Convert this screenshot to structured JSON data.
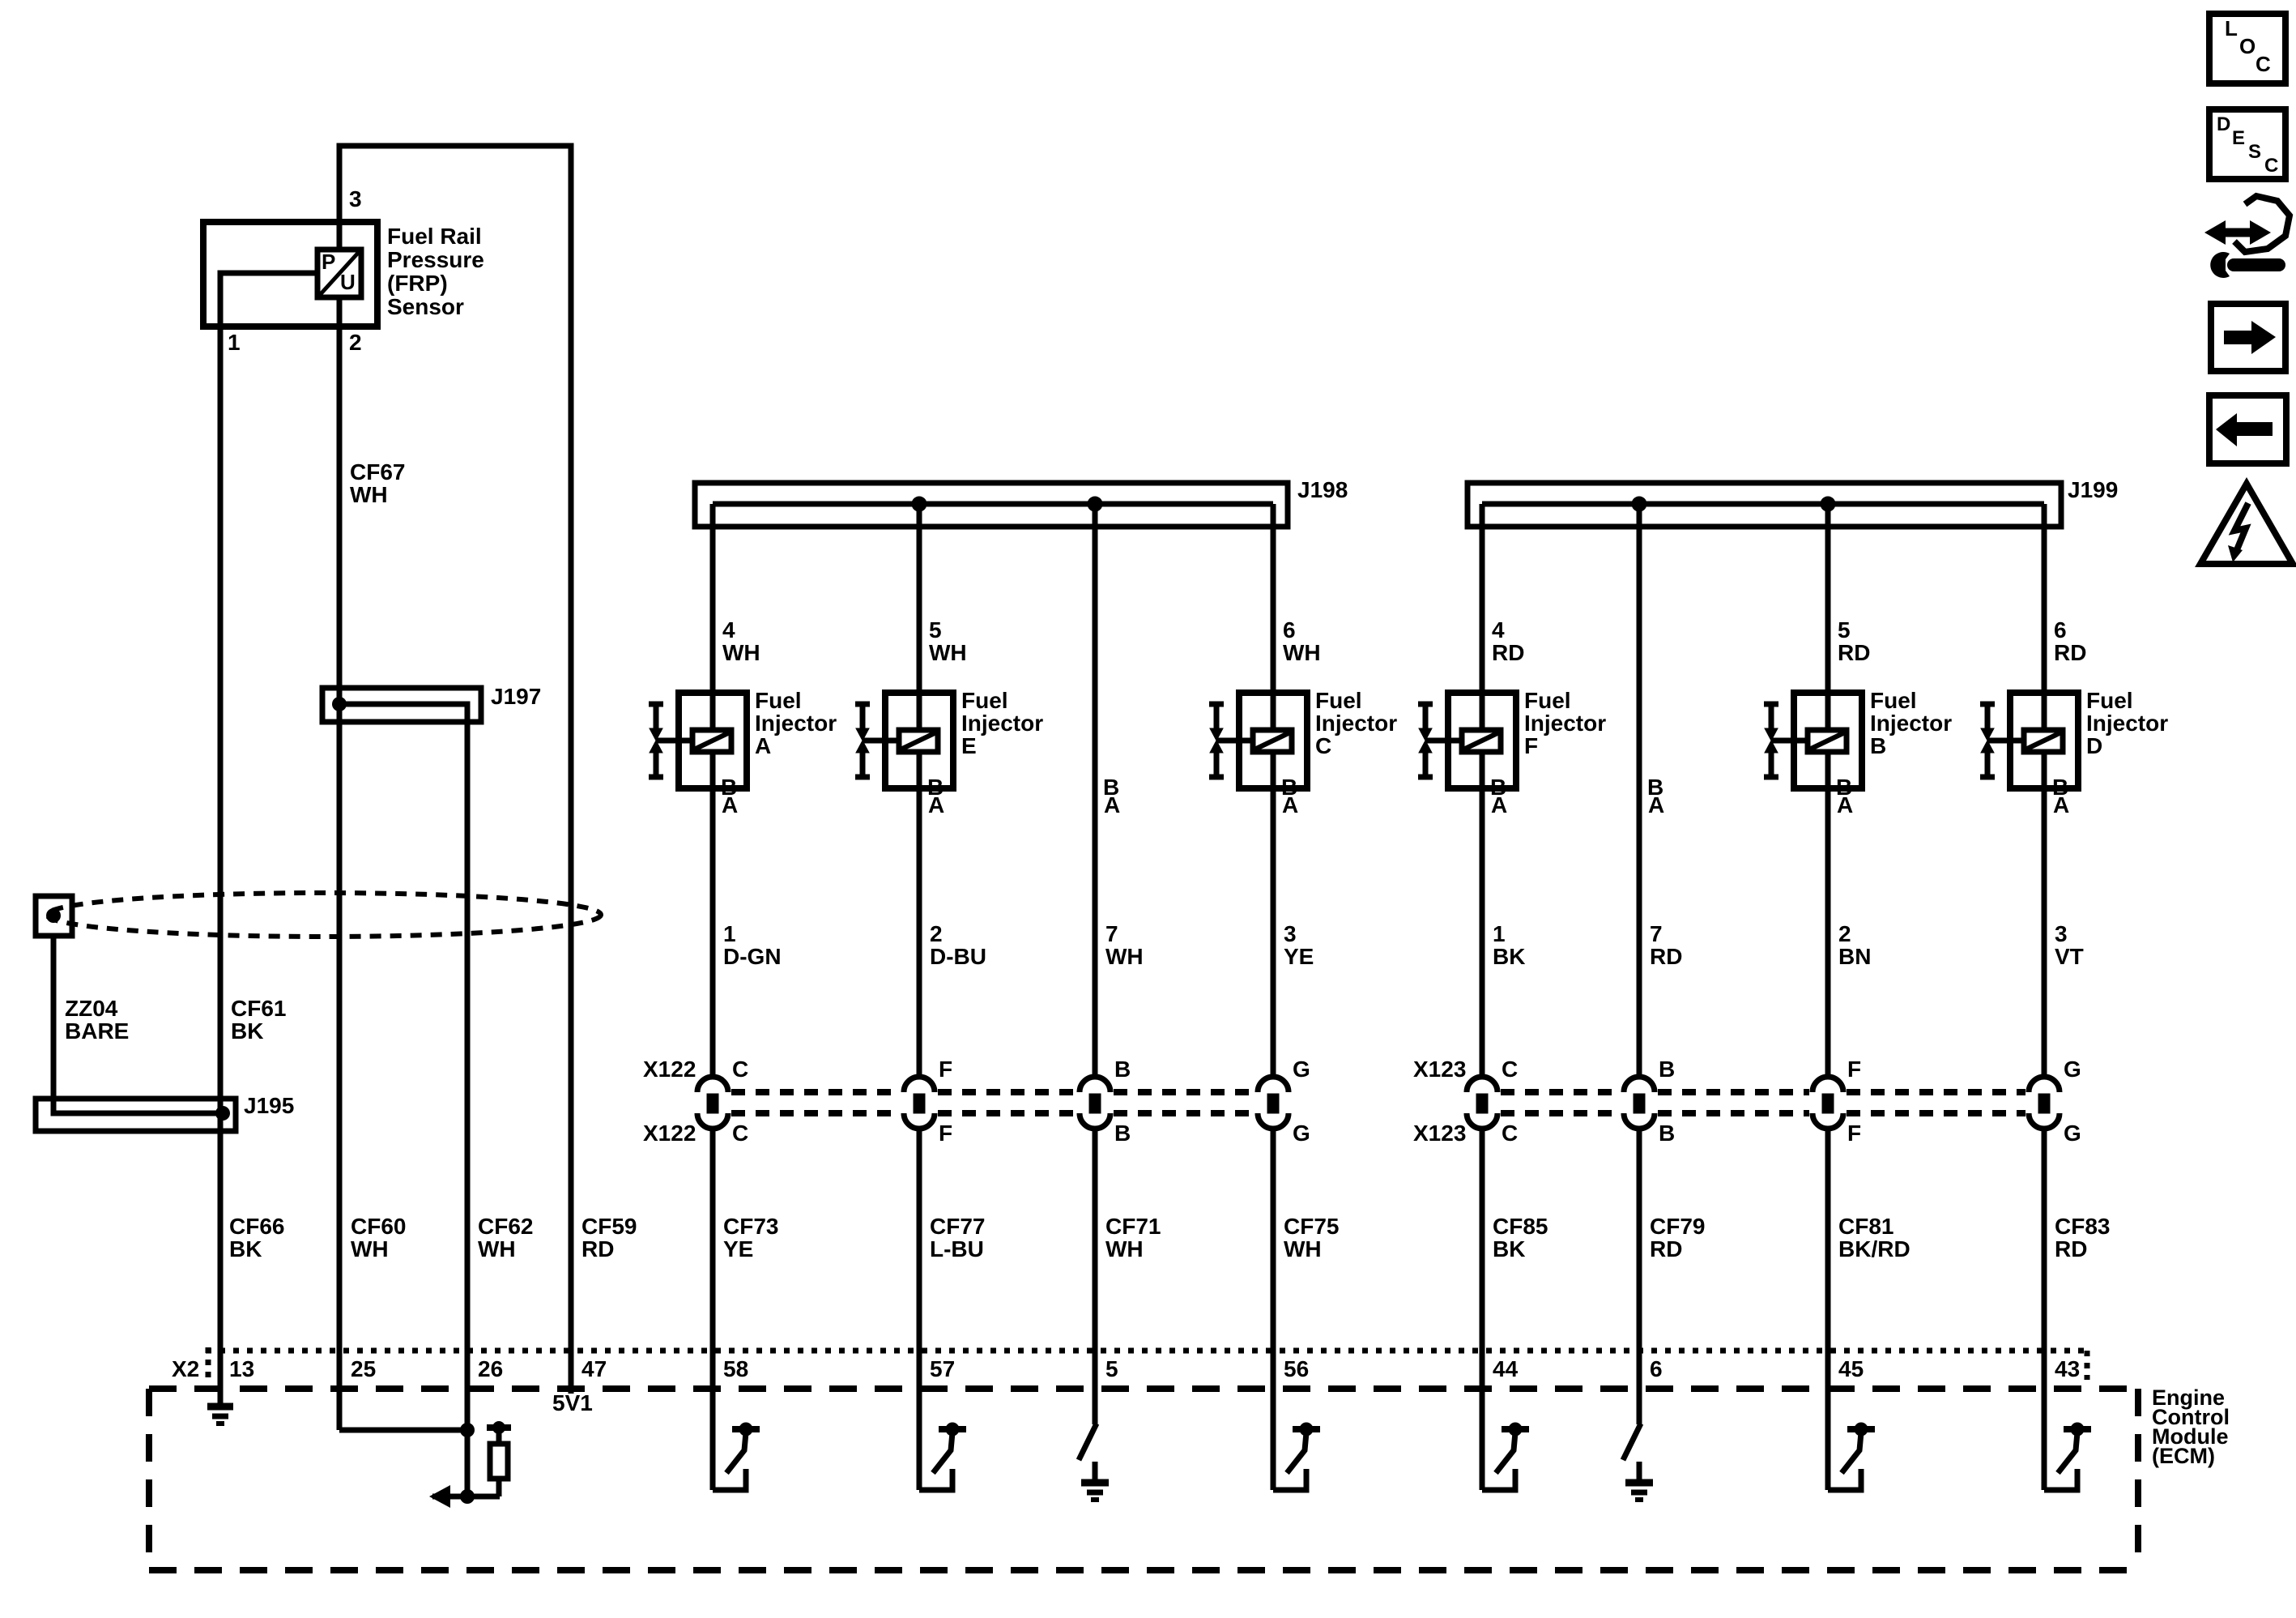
{
  "sensor": {
    "name": [
      "Fuel Rail",
      "Pressure",
      "(FRP)",
      "Sensor"
    ],
    "p": "P",
    "u": "U",
    "pin1": "1",
    "pin2": "2",
    "pin3": "3",
    "wire": {
      "id": "CF67",
      "color": "WH"
    }
  },
  "left": {
    "zz04": {
      "id": "ZZ04",
      "color": "BARE"
    },
    "cf61": {
      "id": "CF61",
      "color": "BK"
    },
    "j195": "J195",
    "j197": "J197",
    "x2": "X2",
    "v5": "5V1",
    "bottom_wires": [
      {
        "id": "CF66",
        "color": "BK",
        "pin": "13"
      },
      {
        "id": "CF60",
        "color": "WH",
        "pin": "25"
      },
      {
        "id": "CF62",
        "color": "WH",
        "pin": "26"
      },
      {
        "id": "CF59",
        "color": "RD",
        "pin": "47"
      }
    ]
  },
  "buses": [
    {
      "label": "J198"
    },
    {
      "label": "J199"
    }
  ],
  "groups": [
    {
      "conn": "X122"
    },
    {
      "conn": "X123"
    }
  ],
  "pin_letters": {
    "top": "B",
    "bottom": "A"
  },
  "injector_label": {
    "line1": "Fuel",
    "line2": "Injector"
  },
  "columns": [
    {
      "top_num": "4",
      "top_color": "WH",
      "injector": "A",
      "conn_pin": "C",
      "wire_num": "1",
      "wire_color": "D-GN",
      "circuit": "CF73",
      "circuit_color": "YE",
      "ecm_pin": "58"
    },
    {
      "top_num": "5",
      "top_color": "WH",
      "injector": "E",
      "conn_pin": "F",
      "wire_num": "2",
      "wire_color": "D-BU",
      "circuit": "CF77",
      "circuit_color": "L-BU",
      "ecm_pin": "57"
    },
    {
      "top_num": "",
      "top_color": "",
      "injector": "",
      "conn_pin": "B",
      "wire_num": "7",
      "wire_color": "WH",
      "circuit": "CF71",
      "circuit_color": "WH",
      "ecm_pin": "5"
    },
    {
      "top_num": "6",
      "top_color": "WH",
      "injector": "C",
      "conn_pin": "G",
      "wire_num": "3",
      "wire_color": "YE",
      "circuit": "CF75",
      "circuit_color": "WH",
      "ecm_pin": "56"
    },
    {
      "top_num": "4",
      "top_color": "RD",
      "injector": "F",
      "conn_pin": "C",
      "wire_num": "1",
      "wire_color": "BK",
      "circuit": "CF85",
      "circuit_color": "BK",
      "ecm_pin": "44"
    },
    {
      "top_num": "",
      "top_color": "",
      "injector": "",
      "conn_pin": "B",
      "wire_num": "7",
      "wire_color": "RD",
      "circuit": "CF79",
      "circuit_color": "RD",
      "ecm_pin": "6"
    },
    {
      "top_num": "5",
      "top_color": "RD",
      "injector": "B",
      "conn_pin": "F",
      "wire_num": "2",
      "wire_color": "BN",
      "circuit": "CF81",
      "circuit_color": "BK/RD",
      "ecm_pin": "45"
    },
    {
      "top_num": "6",
      "top_color": "RD",
      "injector": "D",
      "conn_pin": "G",
      "wire_num": "3",
      "wire_color": "VT",
      "circuit": "CF83",
      "circuit_color": "RD",
      "ecm_pin": "43"
    }
  ],
  "ecm": {
    "name": [
      "Engine",
      "Control",
      "Module",
      "(ECM)"
    ]
  },
  "icons": {
    "loc": {
      "letters": [
        "L",
        "O",
        "C"
      ]
    },
    "desc": {
      "letters": [
        "D",
        "E",
        "S",
        "C"
      ]
    }
  },
  "colors": {
    "line": "#000000",
    "background": "#ffffff"
  }
}
